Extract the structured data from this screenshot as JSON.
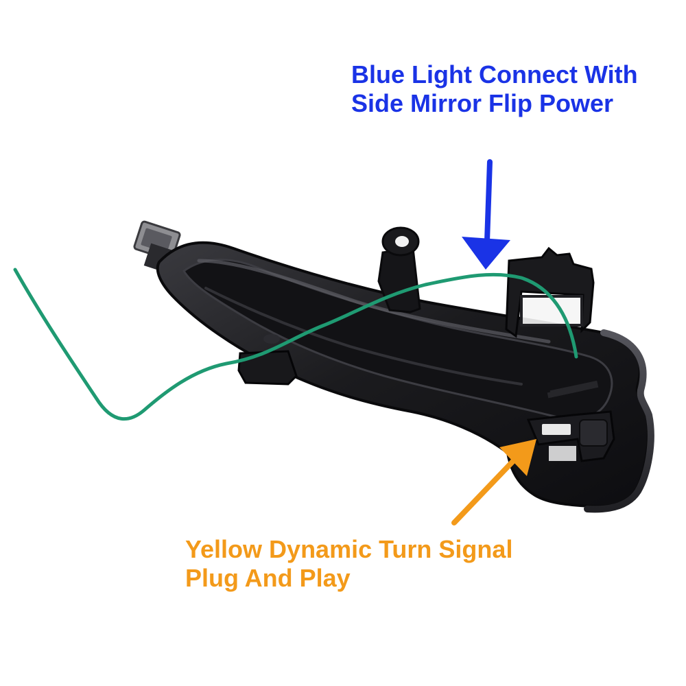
{
  "annotations": {
    "blue": {
      "line1": "Blue Light Connect With",
      "line2": "Side Mirror Flip Power",
      "color": "#1a33e6"
    },
    "orange": {
      "line1": "Yellow Dynamic Turn Signal",
      "line2": "Plug And Play",
      "color": "#f39a1a"
    }
  },
  "colors": {
    "housing": "#1b1b1e",
    "wire": "#1f9a72",
    "background": "#ffffff"
  }
}
